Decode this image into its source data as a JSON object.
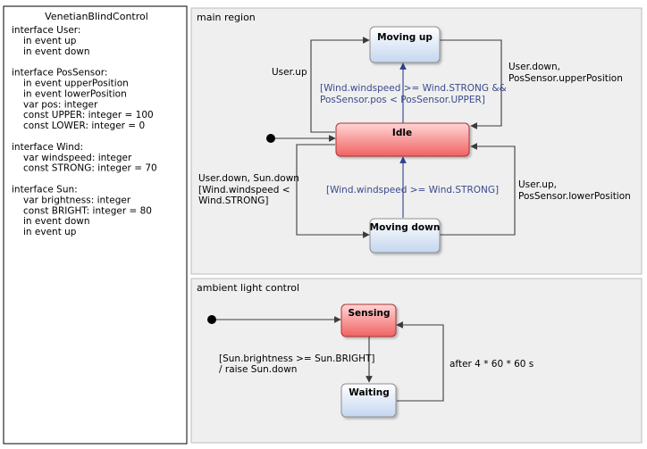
{
  "definition": {
    "title": "VenetianBlindControl",
    "lines": [
      "interface User:",
      "   in event up",
      "   in event down",
      "",
      "interface PosSensor:",
      "   in event upperPosition",
      "   in event lowerPosition",
      "   var pos: integer",
      "   const UPPER: integer = 100",
      "   const LOWER: integer = 0",
      "",
      "interface Wind:",
      "   var windspeed: integer",
      "   const STRONG: integer = 70",
      "",
      "interface Sun:",
      "   var brightness: integer",
      "   const BRIGHT: integer = 80",
      "   in event down",
      "   in event up"
    ]
  },
  "main_region": {
    "title": "main region",
    "states": {
      "moving_up": "Moving up",
      "idle": "Idle",
      "moving_down": "Moving down"
    },
    "transitions": {
      "idle_to_up": "User.up",
      "up_to_idle": [
        "User.down,",
        "PosSensor.upperPosition"
      ],
      "guard_up": [
        "[Wind.windspeed >= Wind.STRONG &&",
        "PosSensor.pos < PosSensor.UPPER]"
      ],
      "idle_to_down": [
        "User.down, Sun.down",
        "[Wind.windspeed <",
        "Wind.STRONG]"
      ],
      "down_to_idle": [
        "User.up,",
        "PosSensor.lowerPosition"
      ],
      "guard_down": "[Wind.windspeed >= Wind.STRONG]"
    }
  },
  "ambient_region": {
    "title": "ambient light control",
    "states": {
      "sensing": "Sensing",
      "waiting": "Waiting"
    },
    "transitions": {
      "sensing_to_waiting": [
        "[Sun.brightness >= Sun.BRIGHT]",
        "/ raise Sun.down"
      ],
      "waiting_to_sensing": "after 4 * 60 * 60 s"
    }
  },
  "colors": {
    "active_state": "#f06a6a",
    "normal_state": "#c9d9f1",
    "region_bg": "#efefef"
  }
}
